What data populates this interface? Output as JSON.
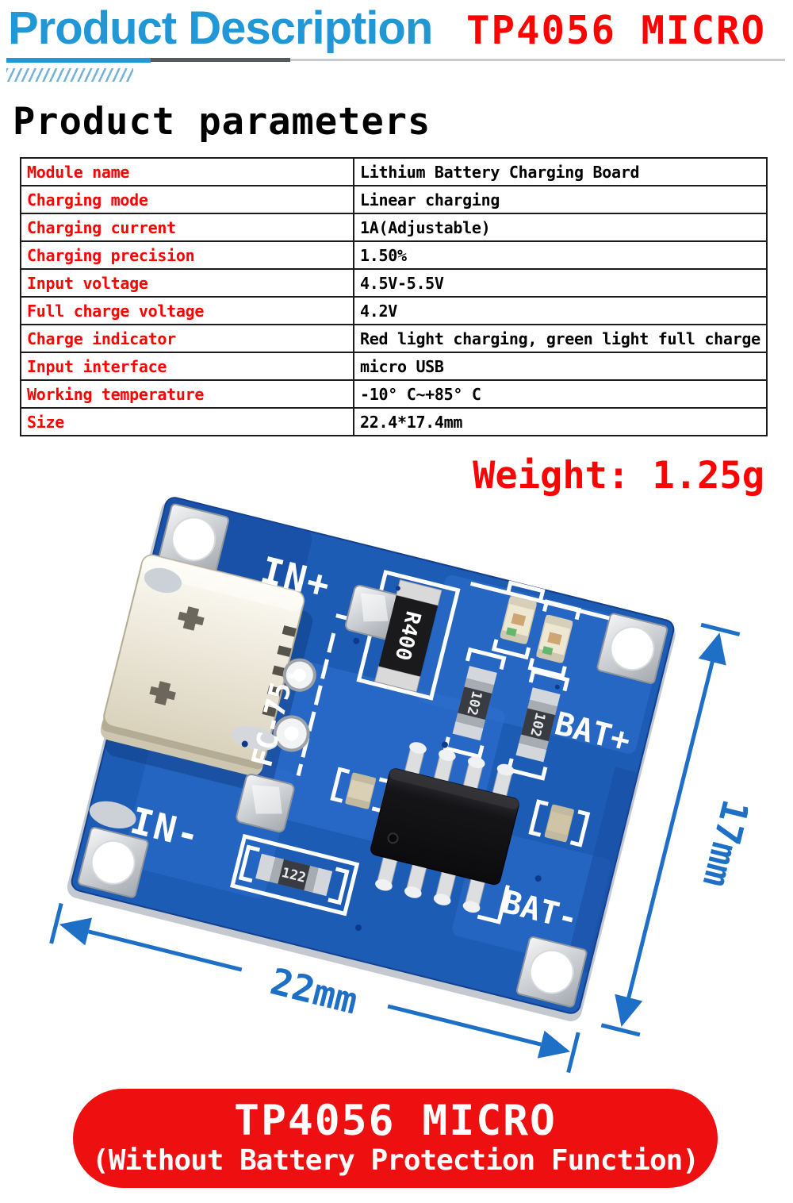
{
  "header": {
    "title": "Product Description",
    "product_code": "TP4056 MICRO"
  },
  "section_title": "Product parameters",
  "spec_table": {
    "rows": [
      {
        "label": "Module name",
        "value": "Lithium Battery Charging Board"
      },
      {
        "label": "Charging mode",
        "value": "Linear charging"
      },
      {
        "label": "Charging current",
        "value": "1A(Adjustable)"
      },
      {
        "label": "Charging precision",
        "value": "1.50%"
      },
      {
        "label": "Input voltage",
        "value": "4.5V-5.5V"
      },
      {
        "label": "Full charge voltage",
        "value": "4.2V"
      },
      {
        "label": "Charge indicator",
        "value": "Red light charging, green light full charge"
      },
      {
        "label": "Input interface",
        "value": "micro USB"
      },
      {
        "label": "Working temperature",
        "value": "-10° C~+85° C"
      },
      {
        "label": "Size",
        "value": "22.4*17.4mm"
      }
    ]
  },
  "weight_label": "Weight: 1.25g",
  "pcb": {
    "silkscreen": {
      "in_plus": "IN+",
      "in_minus": "IN-",
      "bat_plus": "BAT+",
      "bat_minus": "BAT-",
      "model": "FC-75."
    },
    "components": {
      "resistor_r400": "R400",
      "resistor_102": "102",
      "resistor_122": "122"
    },
    "dimensions": {
      "width_label": "22mm",
      "height_label": "17mm"
    }
  },
  "banner": {
    "title": "TP4056 MICRO",
    "subtitle": "(Without Battery Protection Function)",
    "background": "#ee1010"
  },
  "colors": {
    "heading_blue": "#2297d5",
    "accent_red": "#fe0202",
    "board_blue": "#1d5cb5",
    "dimension_blue": "#1e6fc6"
  }
}
